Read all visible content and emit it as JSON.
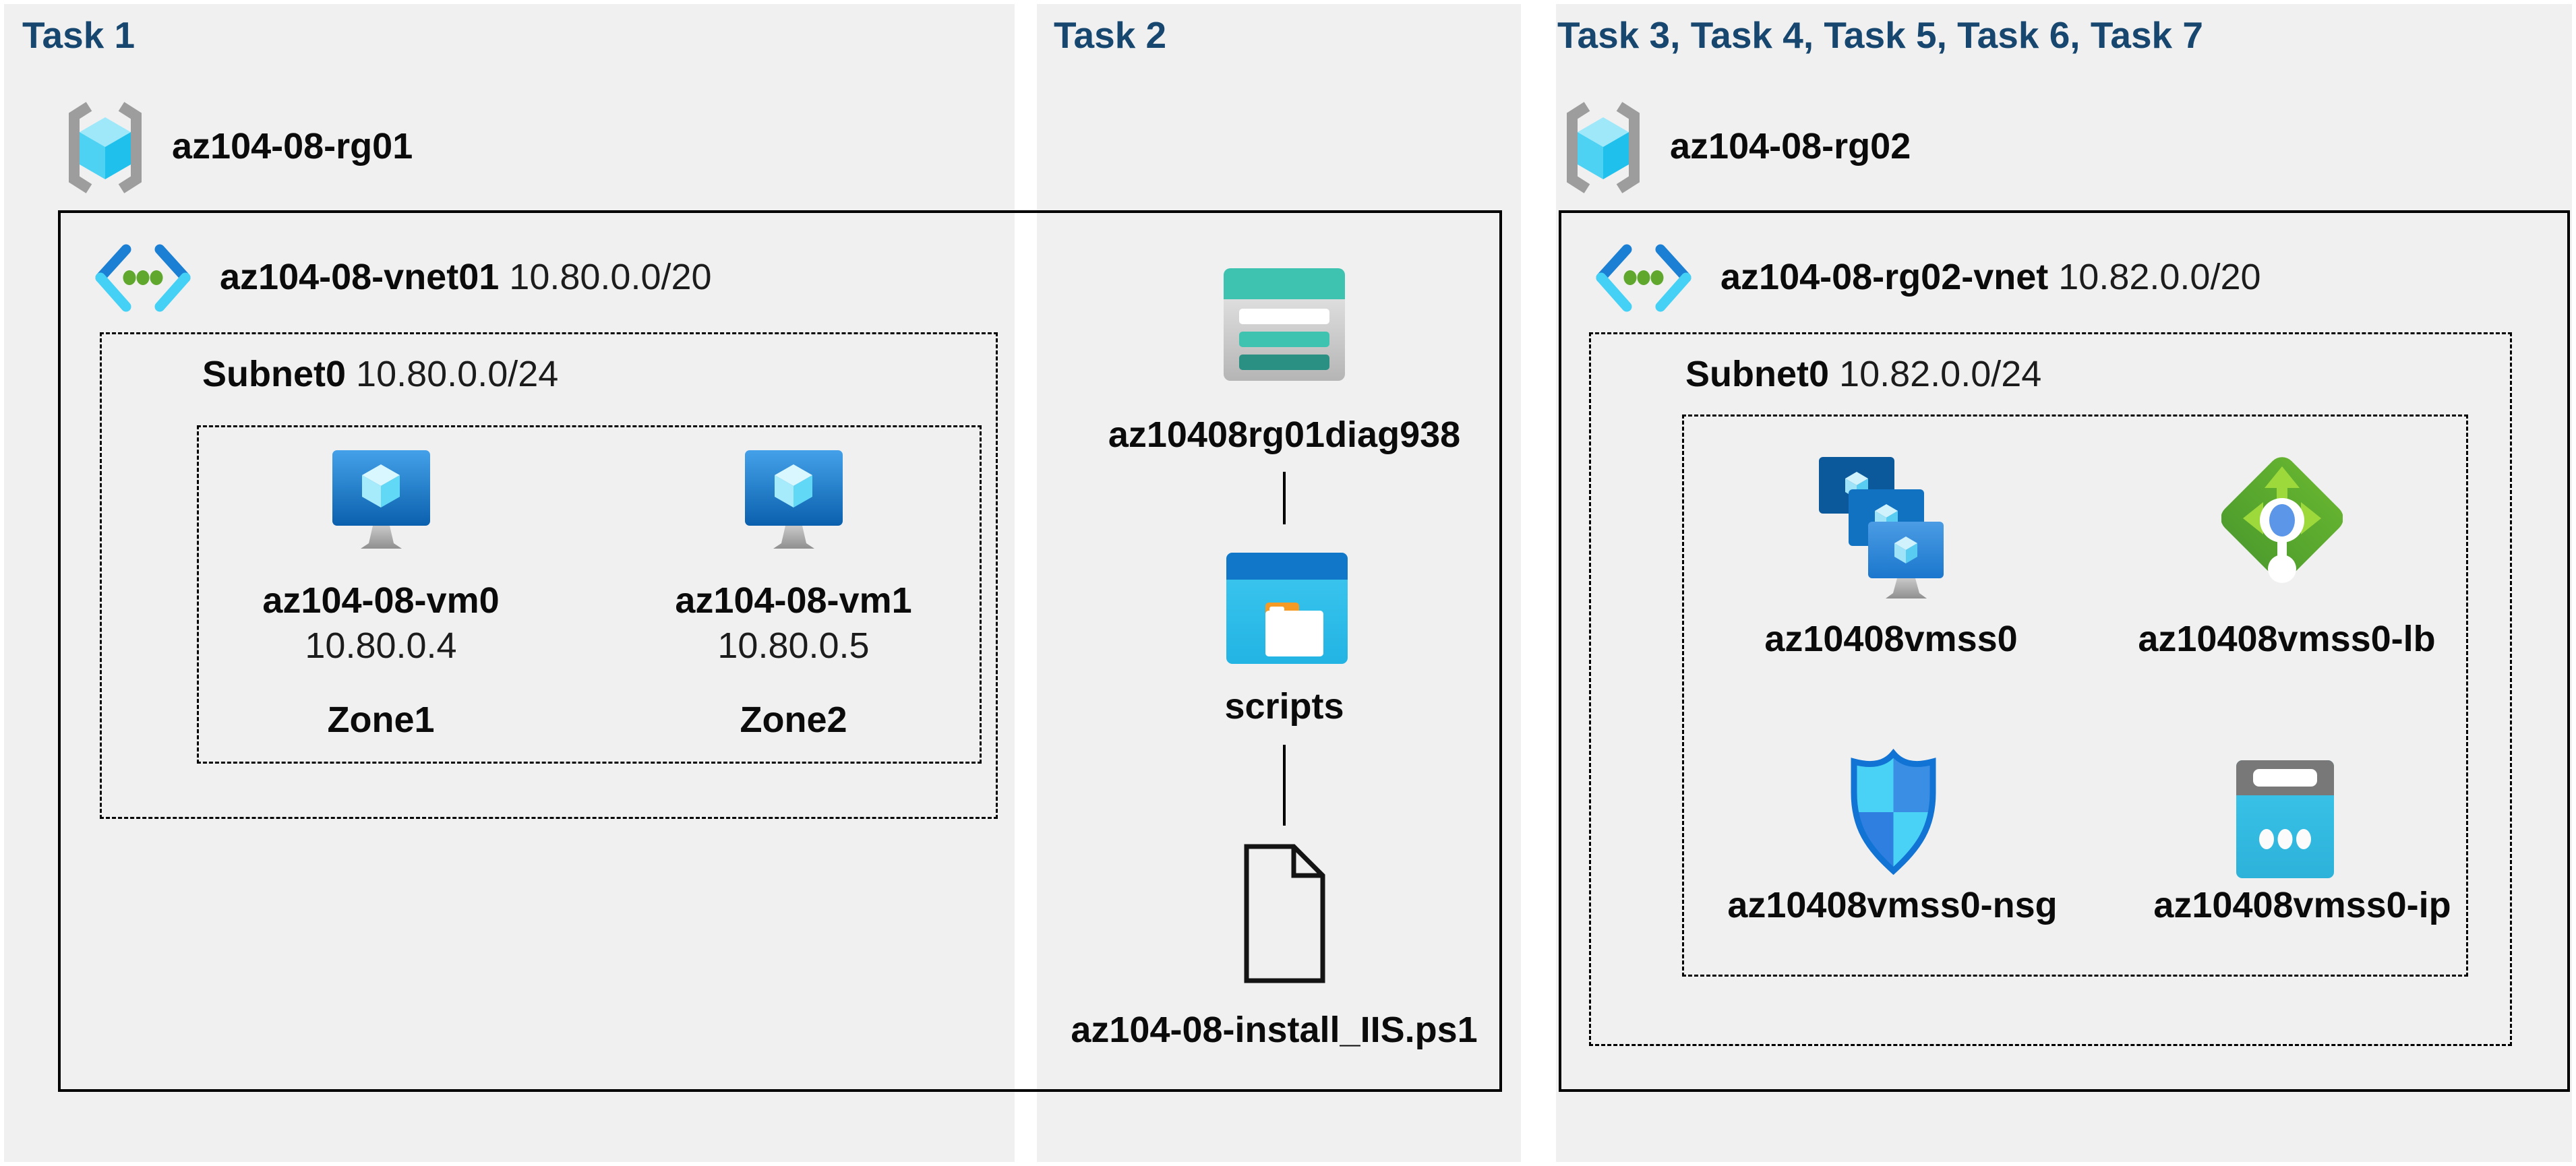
{
  "tasks": {
    "task1": {
      "heading": "Task 1",
      "resource_group": "az104-08-rg01",
      "vnet": {
        "name": "az104-08-vnet01",
        "cidr": "10.80.0.0/20"
      },
      "subnet": {
        "name": "Subnet0",
        "cidr": "10.80.0.0/24"
      },
      "vms": [
        {
          "name": "az104-08-vm0",
          "ip": "10.80.0.4",
          "zone": "Zone1"
        },
        {
          "name": "az104-08-vm1",
          "ip": "10.80.0.5",
          "zone": "Zone2"
        }
      ]
    },
    "task2": {
      "heading": "Task 2",
      "storage_account": "az10408rg01diag938",
      "container": "scripts",
      "file": "az104-08-install_IIS.ps1"
    },
    "task3": {
      "heading": "Task 3, Task 4, Task 5, Task 6, Task 7",
      "resource_group": "az104-08-rg02",
      "vnet": {
        "name": "az104-08-rg02-vnet",
        "cidr": "10.82.0.0/20"
      },
      "subnet": {
        "name": "Subnet0",
        "cidr": "10.82.0.0/24"
      },
      "resources": [
        {
          "name": "az10408vmss0",
          "type": "vm-scale-set"
        },
        {
          "name": "az10408vmss0-lb",
          "type": "load-balancer"
        },
        {
          "name": "az10408vmss0-nsg",
          "type": "network-security-group"
        },
        {
          "name": "az10408vmss0-ip",
          "type": "public-ip"
        }
      ]
    }
  },
  "icons": [
    "resource-group-icon",
    "virtual-network-icon",
    "virtual-machine-icon",
    "storage-account-icon",
    "blob-container-icon",
    "file-icon",
    "vm-scale-set-icon",
    "load-balancer-icon",
    "nsg-icon",
    "public-ip-icon"
  ],
  "colors": {
    "heading_navy": "#17476f",
    "column_gray": "#f0f0f1",
    "vm_blue": "#1b77cd",
    "cyan": "#45d1f5",
    "storage_teal": "#3fc3b1",
    "storage_teal_dark": "#2b9084",
    "folder_blue": "#1177c9",
    "folder_cyan": "#2fbde8",
    "folder_tab_orange": "#f59b25",
    "lb_green": "#55a52f",
    "lb_arrow_green": "#9ed93c",
    "nsg_border_blue": "#1173d4",
    "ip_gray": "#787878",
    "dot_green": "#5fa82d"
  }
}
